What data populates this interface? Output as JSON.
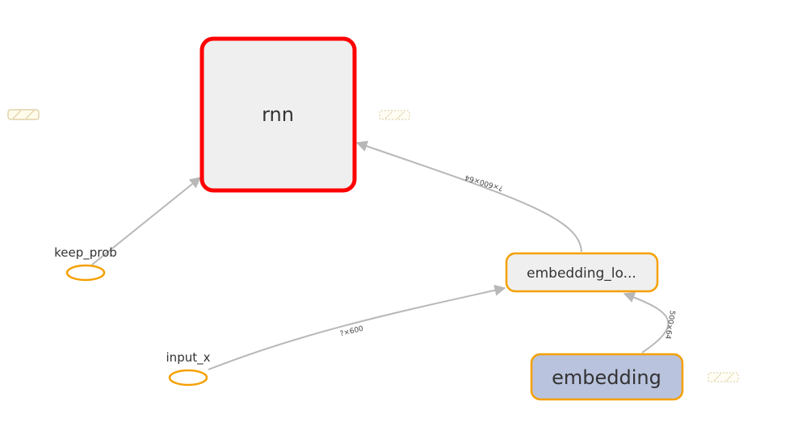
{
  "graph": {
    "nodes": {
      "rnn": {
        "label": "rnn"
      },
      "keep_prob": {
        "label": "keep_prob"
      },
      "input_x": {
        "label": "input_x"
      },
      "embedding_lookup": {
        "label": "embedding_lo..."
      },
      "embedding": {
        "label": "embedding"
      }
    },
    "edges": {
      "keep_prob_to_rnn": {
        "label": ""
      },
      "lookup_to_rnn": {
        "label": "?×600×64"
      },
      "input_to_lookup": {
        "label": "?×600"
      },
      "embedding_to_lookup": {
        "label": "500×64"
      }
    }
  },
  "colors": {
    "highlight_border": "#ff0000",
    "node_border": "#f5a000",
    "group_fill": "#efefef",
    "embedding_fill": "#b9c3dd",
    "edge": "#b8b8b8"
  }
}
